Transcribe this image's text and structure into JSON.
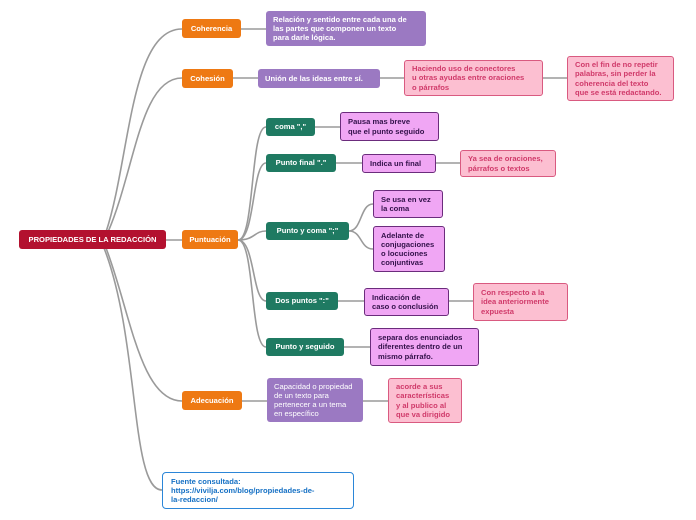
{
  "root": "PROPIEDADES DE LA REDACCIÓN",
  "coherencia": {
    "label": "Coherencia",
    "desc": "Relación y sentido entre cada una de\nlas partes que componen un texto\npara darle lógica."
  },
  "cohesion": {
    "label": "Cohesión",
    "desc": "Unión de las ideas entre sí.",
    "detail": "Haciendo uso de conectores\nu otras ayudas entre oraciones\no párrafos",
    "note": "Con el fin de no repetir\npalabras, sin perder la\ncoherencia del texto\nque se está redactando."
  },
  "puntuacion": {
    "label": "Puntuación",
    "coma": {
      "label": "coma \",\"",
      "desc": "Pausa mas breve\nque el punto seguido"
    },
    "punto_final": {
      "label": "Punto final \".\"",
      "desc": "Indica un final",
      "note": "Ya sea de oraciones,\npárrafos o textos"
    },
    "punto_y_coma": {
      "label": "Punto y coma \";\"",
      "desc1": "Se usa en vez\nla coma",
      "desc2": "Adelante de\nconjugaciones\no locuciones\nconjuntivas"
    },
    "dos_puntos": {
      "label": "Dos puntos \":\"",
      "desc": "Indicación de\ncaso o conclusión",
      "note": "Con respecto a la\nidea anteriormente\nexpuesta"
    },
    "punto_y_seguido": {
      "label": "Punto y seguido",
      "desc": "separa dos enunciados\ndiferentes dentro de un\nmismo párrafo."
    }
  },
  "adecuacion": {
    "label": "Adecuación",
    "desc": "Capacidad o propiedad\nde un texto para\npertenecer a un tema\nen específico",
    "note": "acorde a sus\ncaracterísticas\ny al publico al\nque va dirigido"
  },
  "source": "Fuente consultada:\nhttps://vivilja.com/blog/propiedades-de-\nla-redaccion/",
  "colors": {
    "root": "#b3112f",
    "category": "#ee7913",
    "description": "#9b79c2",
    "punctuation_mark": "#1f7a62",
    "detail": "#f0a6f4",
    "note": "#fcbfd1",
    "source_border": "#2b86d8",
    "connector": "#9a9a9a"
  }
}
